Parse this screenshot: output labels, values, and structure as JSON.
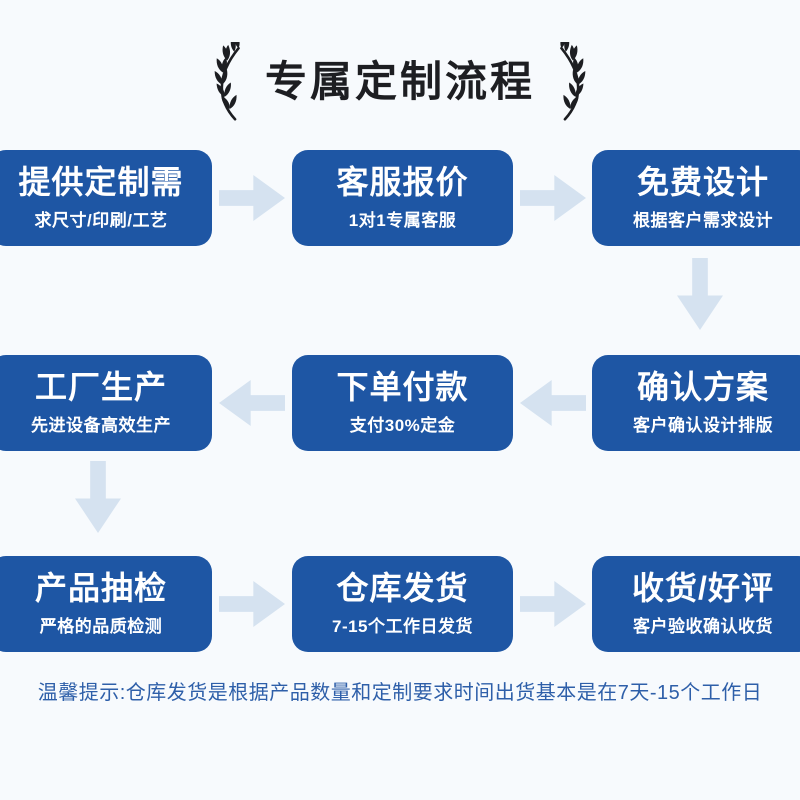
{
  "page": {
    "title": "专属定制流程",
    "note": "温馨提示:仓库发货是根据产品数量和定制要求时间出货基本是在7天-15个工作日"
  },
  "colors": {
    "box_blue": "#1e56a4",
    "arrow_blue": "#d5e2f0",
    "background": "#f7fafd",
    "note_blue": "#2e5fa9",
    "title_black": "#1d1e22"
  },
  "icons": {
    "laurel_left": "laurel-branch",
    "laurel_right": "laurel-branch-mirrored",
    "arrow_right": "block-arrow-right",
    "arrow_left": "block-arrow-left",
    "arrow_down": "block-arrow-down"
  },
  "flow": {
    "steps": [
      {
        "title": "提供定制需",
        "subtitle": "求尺寸/印刷/工艺"
      },
      {
        "title": "客服报价",
        "subtitle": "1对1专属客服"
      },
      {
        "title": "免费设计",
        "subtitle": "根据客户需求设计"
      },
      {
        "title": "确认方案",
        "subtitle": "客户确认设计排版"
      },
      {
        "title": "下单付款",
        "subtitle": "支付30%定金"
      },
      {
        "title": "工厂生产",
        "subtitle": "先进设备高效生产"
      },
      {
        "title": "产品抽检",
        "subtitle": "严格的品质检测"
      },
      {
        "title": "仓库发货",
        "subtitle": "7-15个工作日发货"
      },
      {
        "title": "收货/好评",
        "subtitle": "客户验收确认收货"
      }
    ]
  }
}
